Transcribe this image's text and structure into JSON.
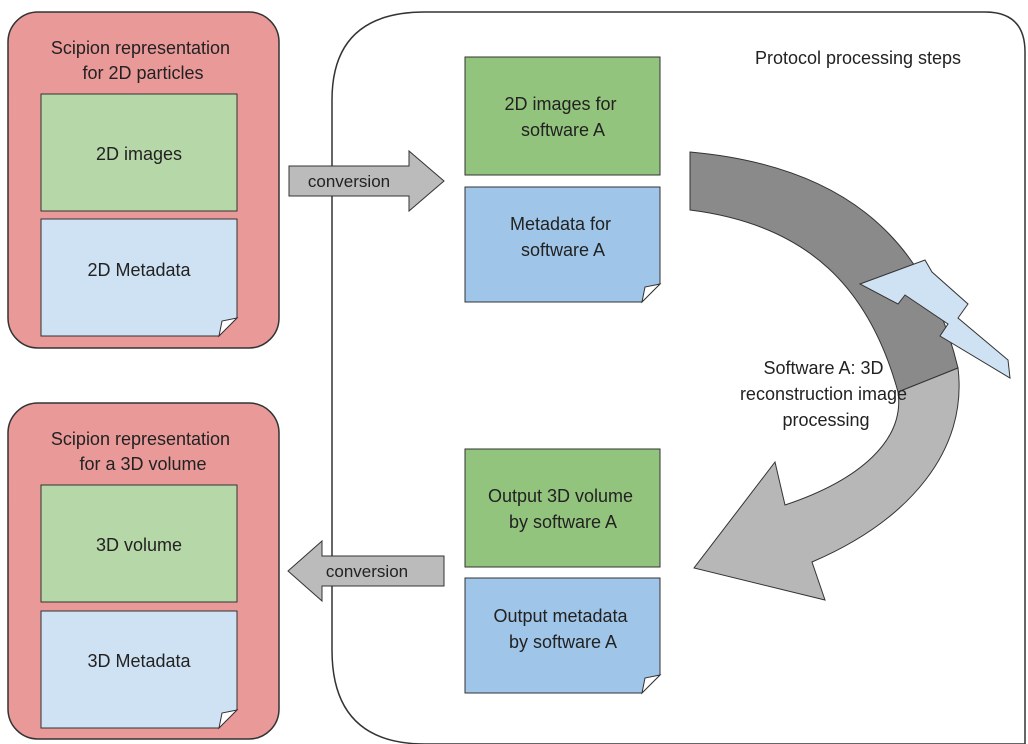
{
  "colors": {
    "scipion_box": "#ea9999",
    "image_box": "#b6d7a8",
    "metadata_box": "#cfe2f3",
    "software_image_box": "#93c47d",
    "software_metadata_box": "#9fc5e8",
    "conversion_arrow": "#bbbbbb",
    "process_arrow_dark": "#8a8a8a",
    "process_arrow_light": "#b7b7b7",
    "lightning": "#cfe2f3"
  },
  "scipion_2d": {
    "title_line1": "Scipion representation",
    "title_line2": "for 2D particles",
    "images_label": "2D images",
    "metadata_label": "2D Metadata"
  },
  "scipion_3d": {
    "title_line1": "Scipion representation",
    "title_line2": "for a 3D volume",
    "volume_label": "3D volume",
    "metadata_label": "3D Metadata"
  },
  "protocol": {
    "title": "Protocol processing steps",
    "input_images_line1": "2D images for",
    "input_images_line2": "software A",
    "input_metadata_line1": "Metadata for",
    "input_metadata_line2": "software A",
    "output_volume_line1": "Output 3D volume",
    "output_volume_line2": "by software A",
    "output_metadata_line1": "Output metadata",
    "output_metadata_line2": "by software A",
    "processing_line1": "Software A: 3D",
    "processing_line2": "reconstruction image",
    "processing_line3": "processing"
  },
  "conversion_in_label": "conversion",
  "conversion_out_label": "conversion",
  "icons": [
    "folded-corner-icon",
    "lightning-icon",
    "curved-arrow-icon"
  ]
}
